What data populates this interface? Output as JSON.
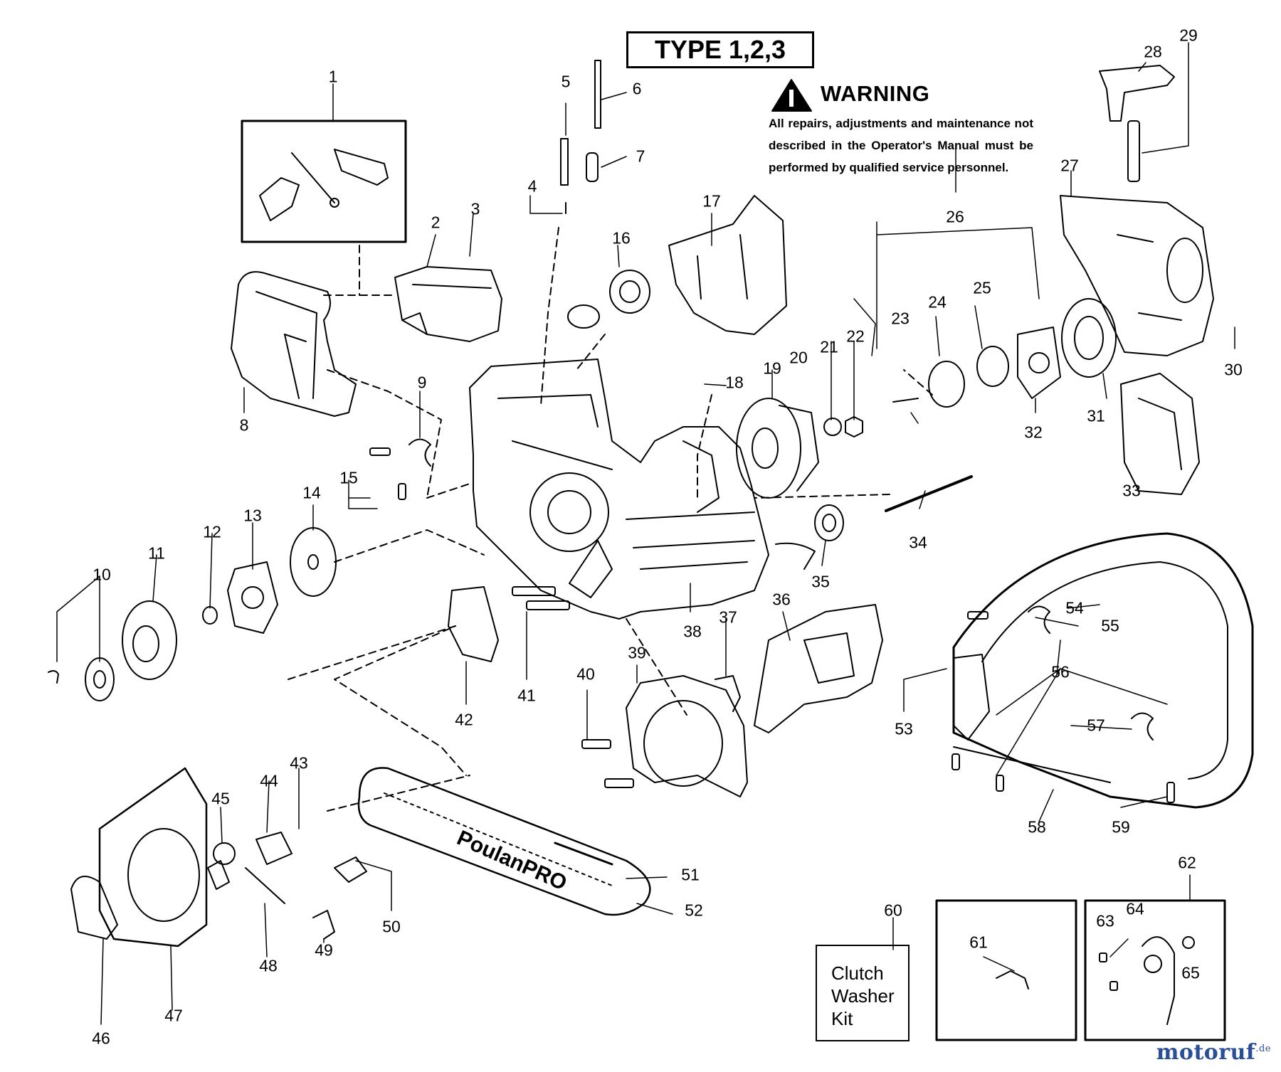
{
  "header": {
    "type_label": "TYPE 1,2,3",
    "warning_title": "WARNING",
    "warning_text": "All repairs, adjustments and maintenance not described in the Operator's Manual must be performed by qualified service personnel."
  },
  "clutch_kit": [
    "Clutch",
    "Washer",
    "Kit"
  ],
  "bar_brand": "PoulanPRO",
  "watermark": {
    "name": "motoruf",
    "suffix": ".de",
    "color": "#2a4f9a"
  },
  "part_numbers": [
    "1",
    "2",
    "3",
    "4",
    "5",
    "6",
    "7",
    "8",
    "9",
    "10",
    "11",
    "12",
    "13",
    "14",
    "15",
    "16",
    "17",
    "18",
    "19",
    "20",
    "21",
    "22",
    "23",
    "24",
    "25",
    "26",
    "27",
    "28",
    "29",
    "30",
    "31",
    "32",
    "33",
    "34",
    "35",
    "36",
    "37",
    "38",
    "39",
    "40",
    "41",
    "42",
    "43",
    "44",
    "45",
    "46",
    "47",
    "48",
    "49",
    "50",
    "51",
    "52",
    "53",
    "54",
    "55",
    "56",
    "57",
    "58",
    "59",
    "60",
    "61",
    "62",
    "63",
    "64",
    "65"
  ]
}
